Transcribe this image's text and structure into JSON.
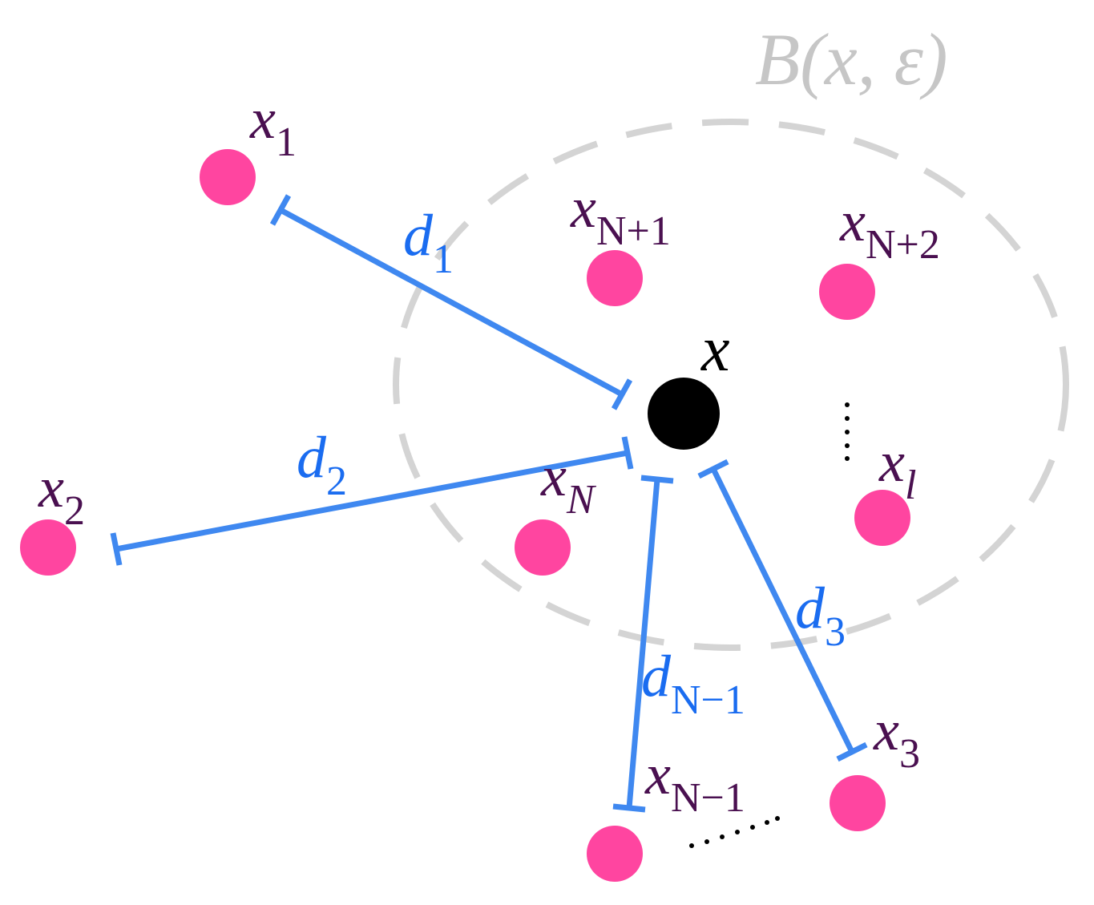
{
  "title": {
    "ball": "B(x, ε)"
  },
  "center": {
    "label": "x"
  },
  "points": [
    {
      "id": "x1",
      "base": "x",
      "sub": "1"
    },
    {
      "id": "x2",
      "base": "x",
      "sub": "2"
    },
    {
      "id": "x3",
      "base": "x",
      "sub": "3"
    },
    {
      "id": "xN",
      "base": "x",
      "sub": "N"
    },
    {
      "id": "xN+1",
      "base": "x",
      "sub": "N+1"
    },
    {
      "id": "xN+2",
      "base": "x",
      "sub": "N+2"
    },
    {
      "id": "xN-1",
      "base": "x",
      "sub": "N−1"
    },
    {
      "id": "xl",
      "base": "x",
      "sub": "l"
    }
  ],
  "distances": [
    {
      "base": "d",
      "sub": "1"
    },
    {
      "base": "d",
      "sub": "2"
    },
    {
      "base": "d",
      "sub": "3"
    },
    {
      "base": "d",
      "sub": "N−1"
    }
  ],
  "colors": {
    "point": "#ff45a0",
    "distance": "#3f88f0",
    "ball": "#d4d4d4",
    "center": "#000000"
  }
}
